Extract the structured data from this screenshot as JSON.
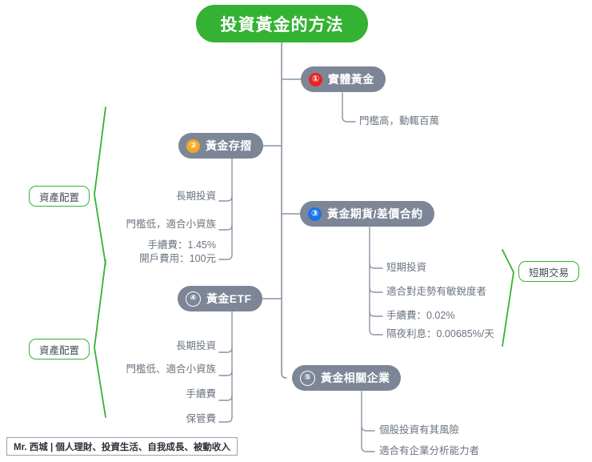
{
  "root": {
    "label": "投資黃金的方法",
    "color": "#34b233"
  },
  "branches": [
    {
      "number": "①",
      "number_color": "red",
      "label": "實體黃金",
      "leaves": [
        "門檻高，動輒百萬"
      ]
    },
    {
      "number": "②",
      "number_color": "orange",
      "label": "黃金存摺",
      "leaves": [
        "長期投資",
        "門檻低，適合小資族",
        "手續費：1.45%",
        "開戶費用：100元"
      ]
    },
    {
      "number": "③",
      "number_color": "blue",
      "label": "黃金期貨/差價合約",
      "leaves": [
        "短期投資",
        "適合對走勢有敏銳度者",
        "手續費：0.02%",
        "隔夜利息：0.00685%/天"
      ]
    },
    {
      "number": "④",
      "number_color": "plain",
      "label": "黃金ETF",
      "leaves": [
        "長期投資",
        "門檻低、適合小資族",
        "手續費",
        "保管費"
      ]
    },
    {
      "number": "⑤",
      "number_color": "plain",
      "label": "黃金相關企業",
      "leaves": [
        "個股投資有其風險",
        "適合有企業分析能力者"
      ]
    }
  ],
  "groups": [
    {
      "label": "資產配置"
    },
    {
      "label": "短期交易"
    },
    {
      "label": "資產配置"
    }
  ],
  "footer": {
    "label": "Mr. 西城 | 個人理財、投資生活、自我成長、被動收入"
  },
  "colors": {
    "accent_green": "#34b233",
    "node_gray": "#7c8697",
    "connector": "#8a93a3",
    "leaf_text": "#6b7480"
  }
}
